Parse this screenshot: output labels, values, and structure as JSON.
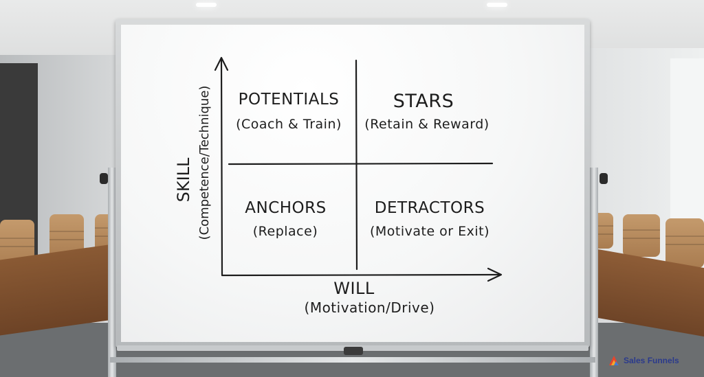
{
  "quadrants": {
    "top_left": {
      "title": "POTENTIALS",
      "subtitle": "(Coach & Train)"
    },
    "top_right": {
      "title": "STARS",
      "subtitle": "(Retain & Reward)"
    },
    "bottom_left": {
      "title": "ANCHORS",
      "subtitle": "(Replace)"
    },
    "bottom_right": {
      "title": "DETRACTORS",
      "subtitle": "(Motivate or Exit)"
    }
  },
  "axes": {
    "x": {
      "title": "WILL",
      "subtitle": "(Motivation/Drive)"
    },
    "y": {
      "title": "SKILL",
      "subtitle": "(Competence/Technique)"
    }
  },
  "watermark": {
    "text": "Sales Funnels"
  },
  "colors": {
    "ink": "#1d1d1d",
    "board": "#f6f7f7",
    "wood": "#8a5a34",
    "logo_blue": "#2b3a8c"
  }
}
